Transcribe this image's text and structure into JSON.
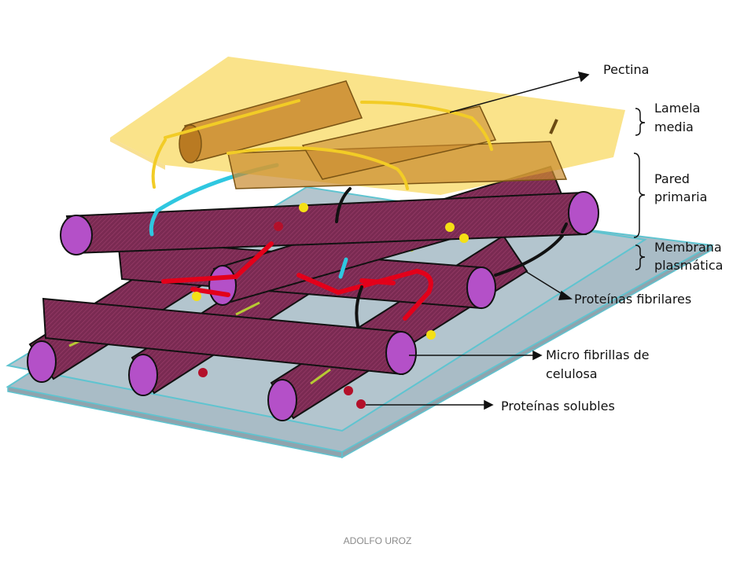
{
  "labels": {
    "pectina": "Pectina",
    "lamela_line1": "Lamela",
    "lamela_line2": "media",
    "pared_line1": "Pared",
    "pared_line2": "primaria",
    "membrana_line1": "Membrana",
    "membrana_line2": "plasmática",
    "proteinas_fibrilares": "Proteínas fibrilares",
    "micro_line1": "Micro fibrillas de",
    "micro_line2": "celulosa",
    "proteinas_solubles": "Proteínas solubles"
  },
  "footer": "ADOLFO UROZ",
  "colors": {
    "pectin_layer": "#f7d44c",
    "membrane": "#a9bcc6",
    "membrane_edge": "#5fc4d0",
    "fibril": "#7a2a52",
    "fibril_end": "#b450c8",
    "brown_fibril": "#c98a2e",
    "yellow_fiber": "#f2cc26",
    "cyan_fiber": "#2fc7e0",
    "red_fiber": "#e3001a",
    "dot_yellow": "#f4e015",
    "dot_red": "#b3102a"
  }
}
